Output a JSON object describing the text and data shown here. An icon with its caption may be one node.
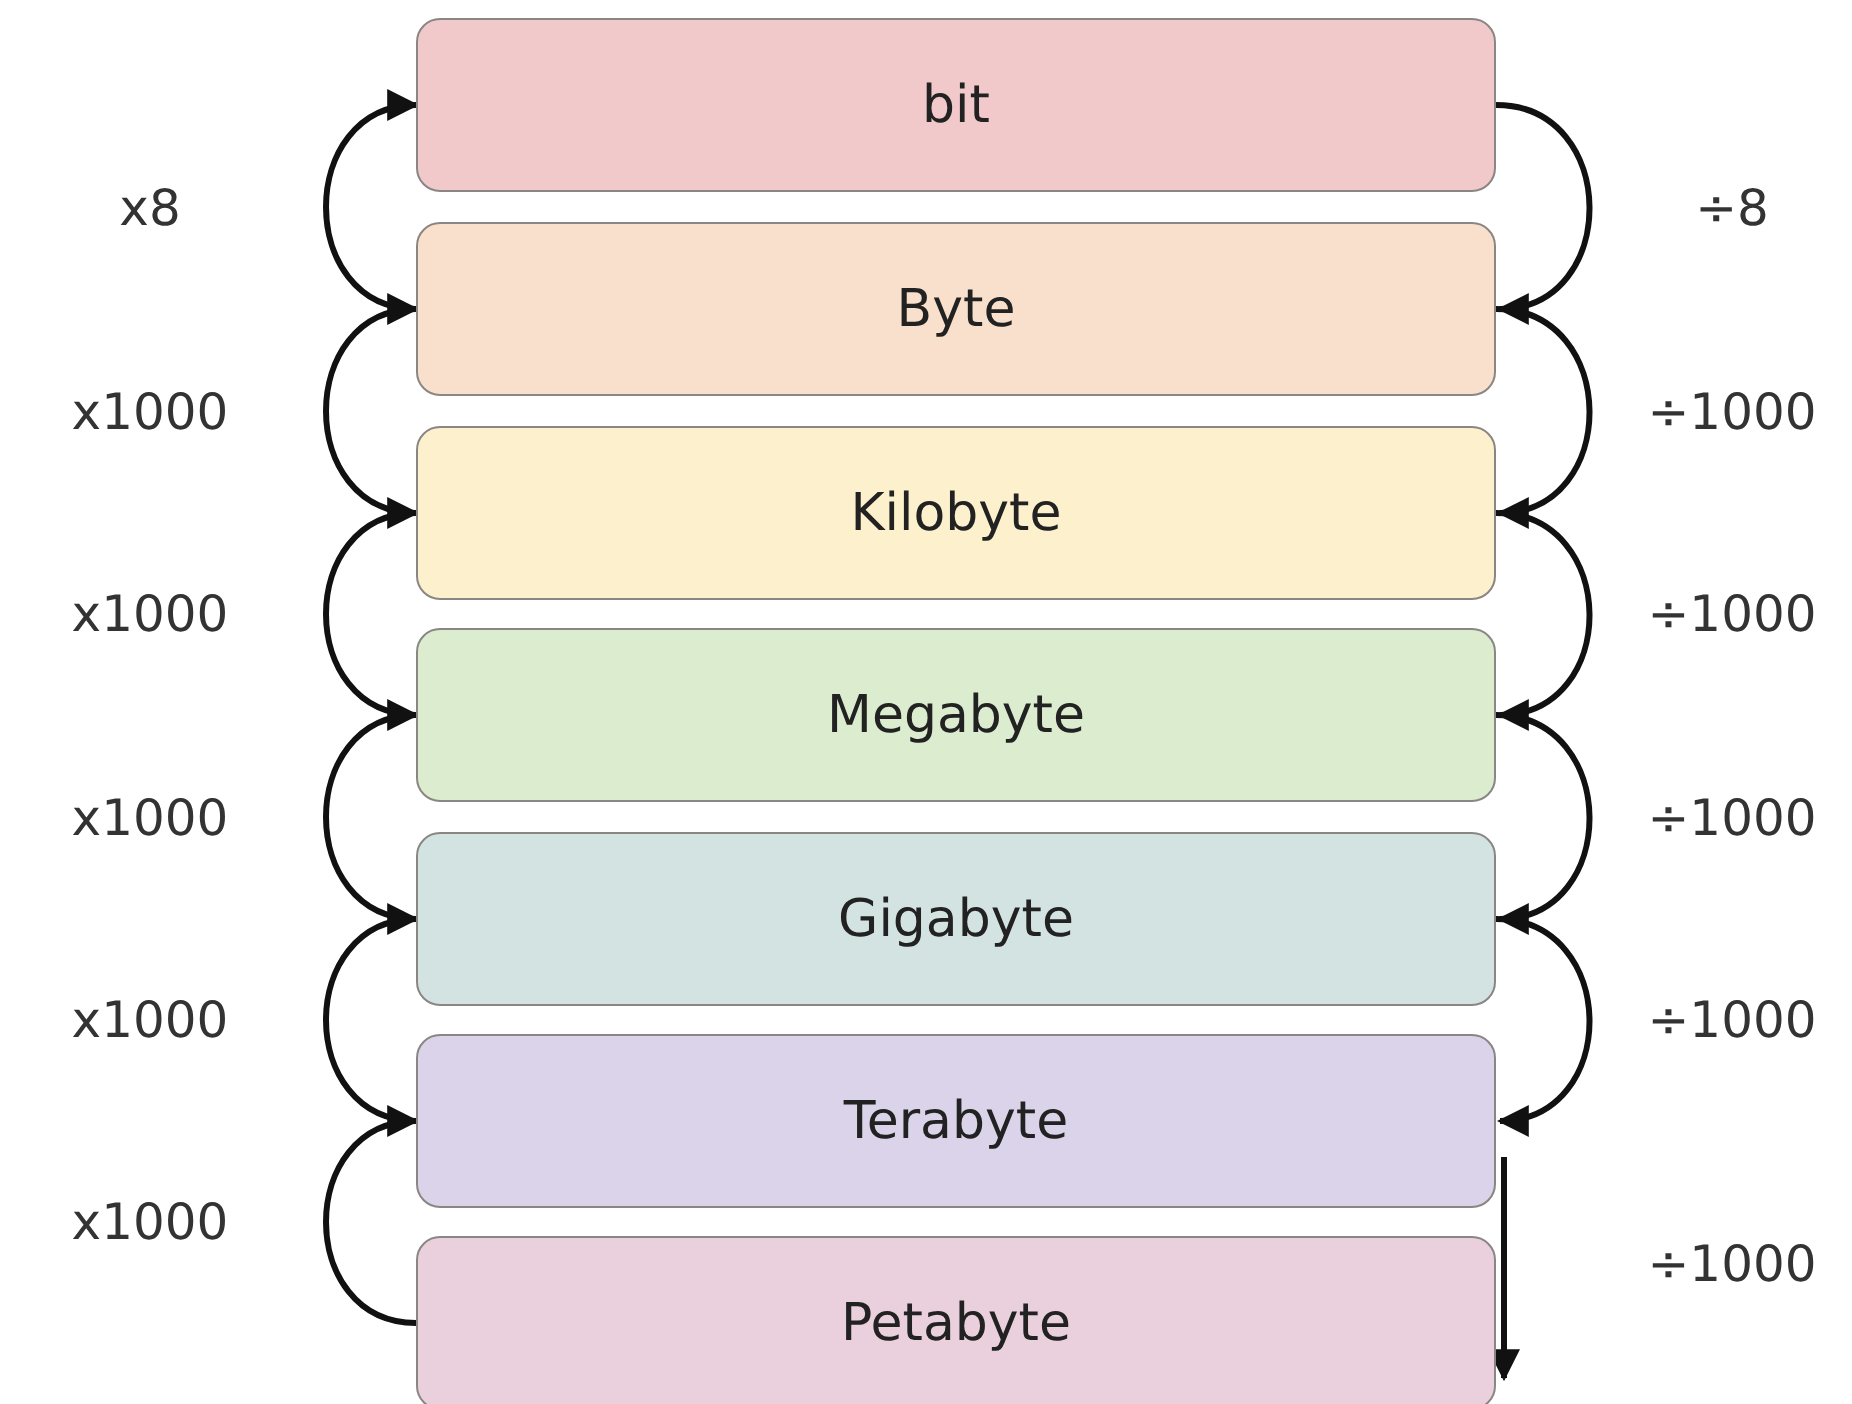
{
  "diagram": {
    "nodes": [
      {
        "text": [
          "bit"
        ]
      },
      {
        "text": [
          "Byte"
        ]
      },
      {
        "text": [
          "Kilobyte"
        ]
      },
      {
        "text": [
          "Megabyte"
        ]
      },
      {
        "text": [
          "Gigabyte"
        ]
      },
      {
        "text": [
          "Terabyte"
        ]
      },
      {
        "text": [
          "Petabyte"
        ]
      }
    ],
    "edges": [
      {
        "from": 1,
        "to": 0,
        "arrow": "to",
        "label": "x8"
      },
      {
        "from": 0,
        "to": 1,
        "arrow": "to",
        "label": "÷8"
      },
      {
        "from": 2,
        "to": 1,
        "arrow": "to",
        "label": "x1000"
      },
      {
        "from": 1,
        "to": 2,
        "arrow": "to",
        "label": "÷1000"
      },
      {
        "from": 3,
        "to": 2,
        "arrow": "to",
        "label": "x1000"
      },
      {
        "from": 2,
        "to": 3,
        "arrow": "to",
        "label": "÷1000"
      },
      {
        "from": 4,
        "to": 3,
        "arrow": "to",
        "label": "x1000"
      },
      {
        "from": 3,
        "to": 4,
        "arrow": "to",
        "label": "÷1000"
      },
      {
        "from": 5,
        "to": 4,
        "arrow": "to",
        "label": "x1000"
      },
      {
        "from": 4,
        "to": 5,
        "arrow": "to",
        "label": "÷1000"
      },
      {
        "from": 6,
        "to": 5,
        "arrow": "to",
        "label": "x1000"
      },
      {
        "from": 5,
        "to": 6,
        "arrow": "to",
        "label": "÷1000"
      }
    ]
  }
}
